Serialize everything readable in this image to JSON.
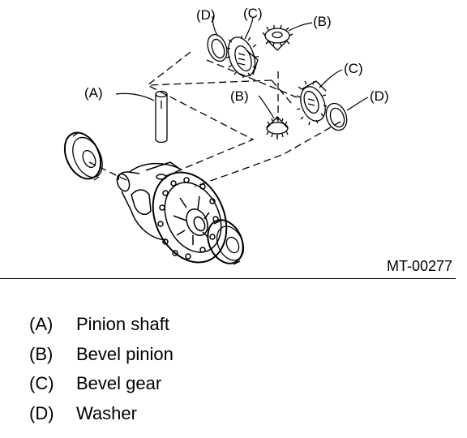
{
  "diagram": {
    "callouts": {
      "pinion_shaft": "(A)",
      "bevel_pinion_top": "(B)",
      "bevel_pinion_mid": "(B)",
      "bevel_gear_top": "(C)",
      "bevel_gear_right": "(C)",
      "washer_top": "(D)",
      "washer_right": "(D)"
    },
    "figure_id": "MT-00277"
  },
  "legend": [
    {
      "key": "(A)",
      "label": "Pinion shaft"
    },
    {
      "key": "(B)",
      "label": "Bevel pinion"
    },
    {
      "key": "(C)",
      "label": "Bevel gear"
    },
    {
      "key": "(D)",
      "label": "Washer"
    }
  ]
}
